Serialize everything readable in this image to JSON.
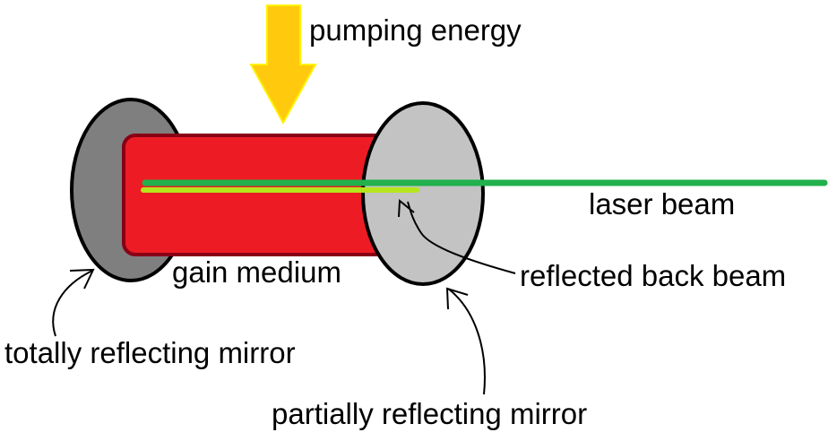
{
  "labels": {
    "pumping": "pumping energy",
    "laser_beam": "laser beam",
    "gain_medium": "gain medium",
    "reflected_back": "reflected back beam",
    "total_mirror": "totally reflecting mirror",
    "partial_mirror": "partially reflecting mirror"
  },
  "colors": {
    "pump_arrow": "#ffc90e",
    "pump_arrow_outline": "#fff200",
    "gain_medium": "#ed1c24",
    "gain_medium_outline": "#880015",
    "total_mirror": "#7f7f7f",
    "partial_mirror": "#c3c3c3",
    "laser_beam": "#22b14c",
    "reflected_beam": "#b5e61d"
  }
}
